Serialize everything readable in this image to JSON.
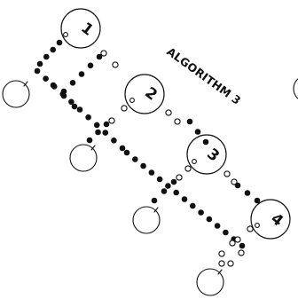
{
  "title": "ALGORITHM 3",
  "operators": [
    "1",
    "2",
    "3",
    "4"
  ],
  "colors": {
    "ink": "#111111",
    "paper": "#ffffff"
  }
}
